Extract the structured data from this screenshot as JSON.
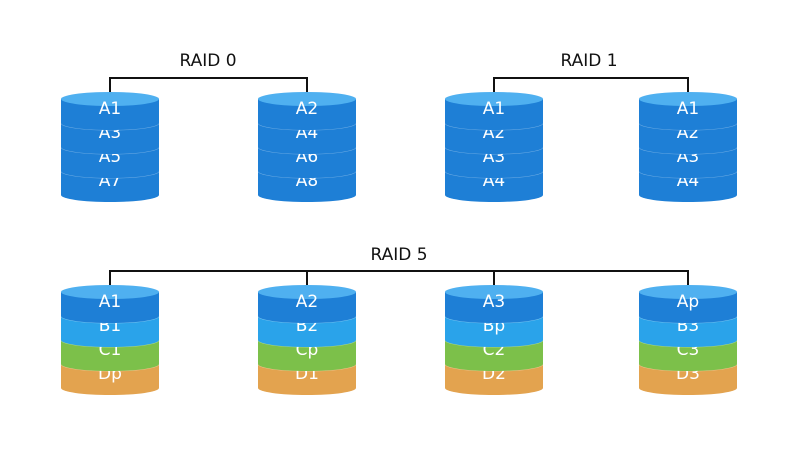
{
  "colors": {
    "blue_dark": "#1565c0",
    "blue_mid": "#1e7fd6",
    "blue_light": "#2f9be8",
    "blue_top": "#4fb0f0",
    "sky": "#2aa3ea",
    "sky_top": "#6cc4f5",
    "green": "#7cc04a",
    "green_top": "#a6d97a",
    "orange": "#e3a34f",
    "orange_top": "#f0c48a",
    "line": "#111111",
    "text": "#ffffff"
  },
  "groups": [
    {
      "title": "RAID 0",
      "disks": [
        {
          "segments": [
            {
              "label": "A1",
              "tone": "blue"
            },
            {
              "label": "A3",
              "tone": "blue"
            },
            {
              "label": "A5",
              "tone": "blue"
            },
            {
              "label": "A7",
              "tone": "blue"
            }
          ]
        },
        {
          "segments": [
            {
              "label": "A2",
              "tone": "blue"
            },
            {
              "label": "A4",
              "tone": "blue"
            },
            {
              "label": "A6",
              "tone": "blue"
            },
            {
              "label": "A8",
              "tone": "blue"
            }
          ]
        }
      ]
    },
    {
      "title": "RAID 1",
      "disks": [
        {
          "segments": [
            {
              "label": "A1",
              "tone": "blue"
            },
            {
              "label": "A2",
              "tone": "blue"
            },
            {
              "label": "A3",
              "tone": "blue"
            },
            {
              "label": "A4",
              "tone": "blue"
            }
          ]
        },
        {
          "segments": [
            {
              "label": "A1",
              "tone": "blue"
            },
            {
              "label": "A2",
              "tone": "blue"
            },
            {
              "label": "A3",
              "tone": "blue"
            },
            {
              "label": "A4",
              "tone": "blue"
            }
          ]
        }
      ]
    },
    {
      "title": "RAID 5",
      "disks": [
        {
          "segments": [
            {
              "label": "A1",
              "tone": "blue"
            },
            {
              "label": "B1",
              "tone": "sky"
            },
            {
              "label": "C1",
              "tone": "green"
            },
            {
              "label": "Dp",
              "tone": "orange"
            }
          ]
        },
        {
          "segments": [
            {
              "label": "A2",
              "tone": "blue"
            },
            {
              "label": "B2",
              "tone": "sky"
            },
            {
              "label": "Cp",
              "tone": "green"
            },
            {
              "label": "D1",
              "tone": "orange"
            }
          ]
        },
        {
          "segments": [
            {
              "label": "A3",
              "tone": "blue"
            },
            {
              "label": "Bp",
              "tone": "sky"
            },
            {
              "label": "C2",
              "tone": "green"
            },
            {
              "label": "D2",
              "tone": "orange"
            }
          ]
        },
        {
          "segments": [
            {
              "label": "Ap",
              "tone": "blue"
            },
            {
              "label": "B3",
              "tone": "sky"
            },
            {
              "label": "C3",
              "tone": "green"
            },
            {
              "label": "D3",
              "tone": "orange"
            }
          ]
        }
      ]
    }
  ]
}
